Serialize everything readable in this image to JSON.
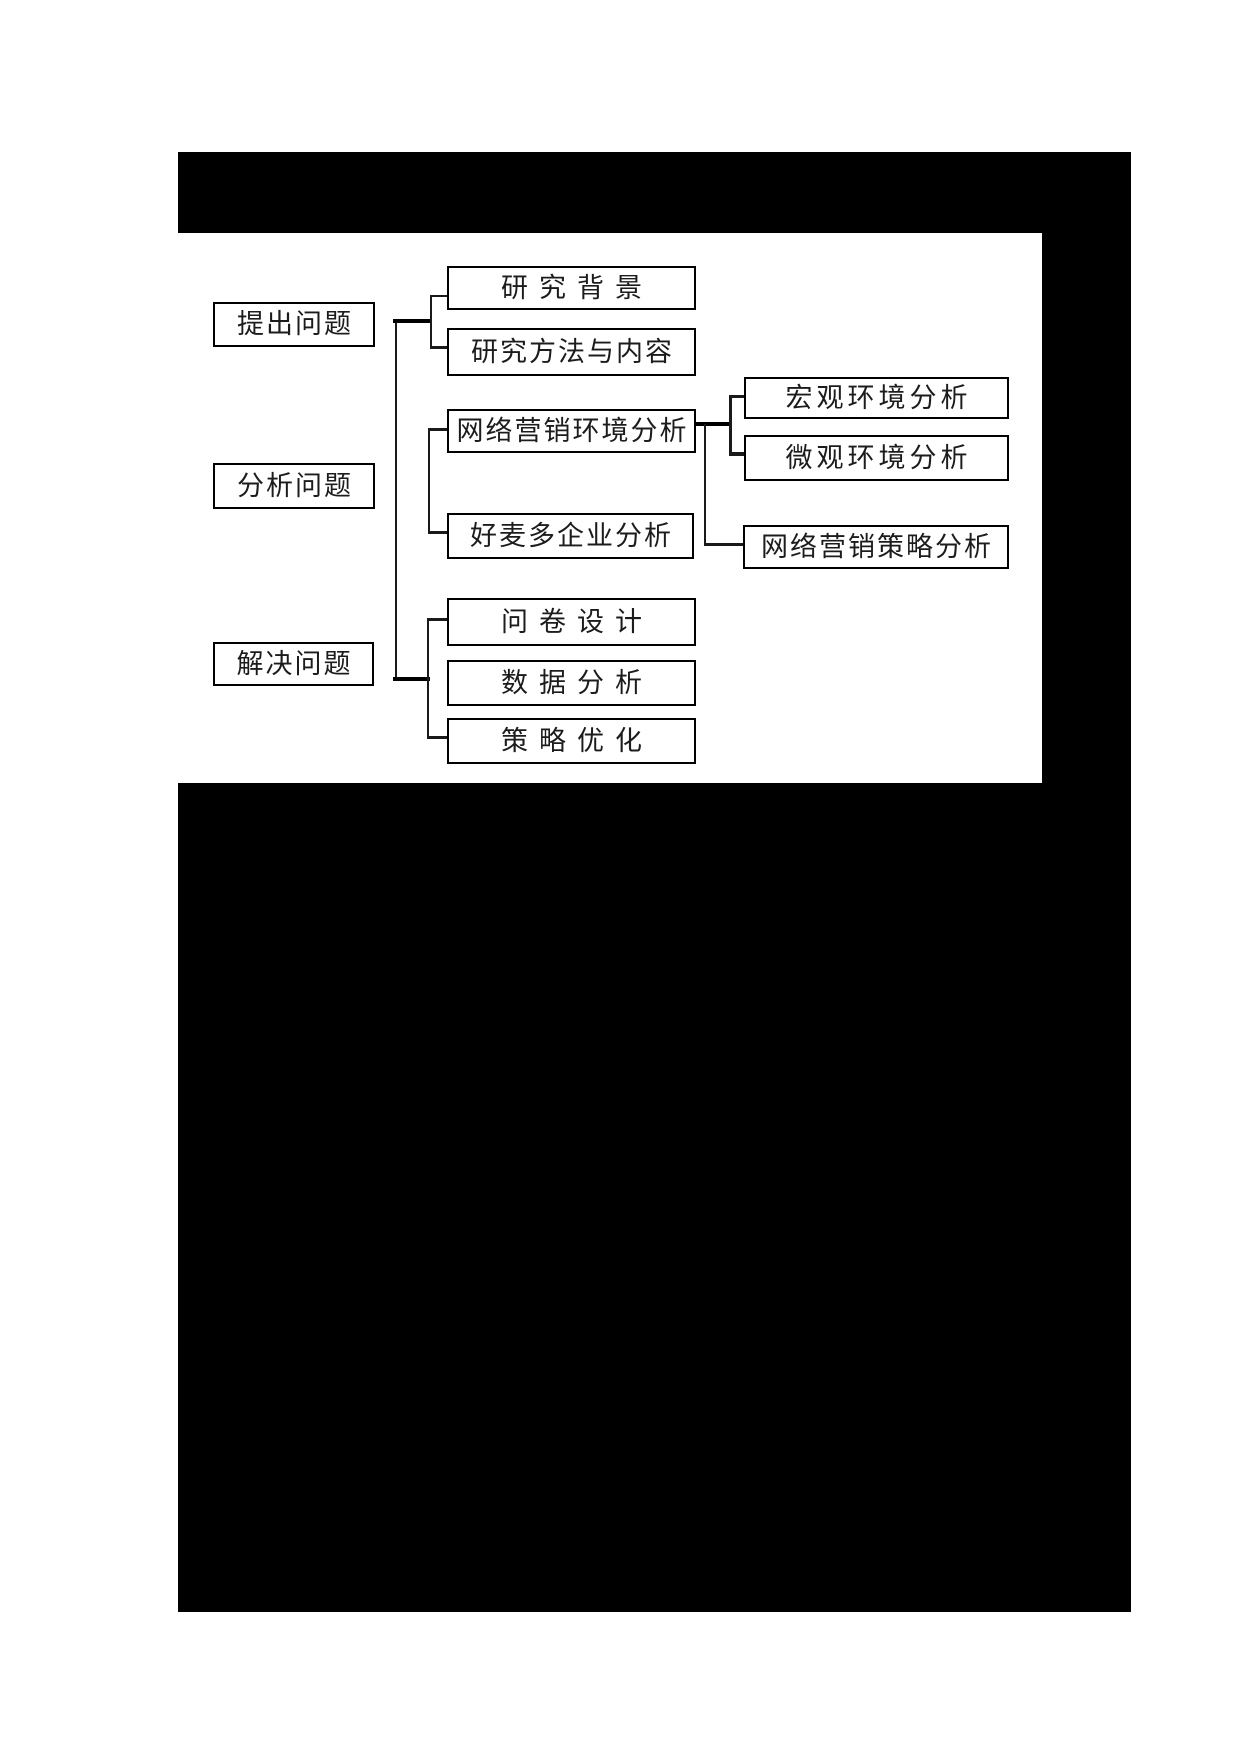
{
  "page": {
    "background_color": "#ffffff",
    "redaction_color": "#000000",
    "figure_background": "#ffffff",
    "line_color": "#1a1a1a",
    "box_border_color": "#000000"
  },
  "diagram": {
    "left_nodes": [
      {
        "id": "raise",
        "label": "提出问题"
      },
      {
        "id": "analyze",
        "label": "分析问题"
      },
      {
        "id": "solve",
        "label": "解决问题"
      }
    ],
    "middle_nodes": [
      {
        "id": "background",
        "label": "研究背景"
      },
      {
        "id": "methods",
        "label": "研究方法与内容"
      },
      {
        "id": "env",
        "label": "网络营销环境分析"
      },
      {
        "id": "company",
        "label": "好麦多企业分析"
      },
      {
        "id": "questionnaire",
        "label": "问卷设计"
      },
      {
        "id": "data",
        "label": "数据分析"
      },
      {
        "id": "optimize",
        "label": "策略优化"
      }
    ],
    "right_nodes": [
      {
        "id": "macro",
        "label": "宏观环境分析"
      },
      {
        "id": "micro",
        "label": "微观环境分析"
      },
      {
        "id": "strategy",
        "label": "网络营销策略分析"
      }
    ],
    "edges": [
      {
        "from": "raise",
        "to": "background"
      },
      {
        "from": "raise",
        "to": "methods"
      },
      {
        "from": "analyze",
        "to": "env"
      },
      {
        "from": "analyze",
        "to": "company"
      },
      {
        "from": "env",
        "to": "macro"
      },
      {
        "from": "env",
        "to": "micro"
      },
      {
        "from": "env",
        "to": "strategy"
      },
      {
        "from": "solve",
        "to": "questionnaire"
      },
      {
        "from": "solve",
        "to": "data"
      },
      {
        "from": "solve",
        "to": "optimize"
      }
    ]
  }
}
